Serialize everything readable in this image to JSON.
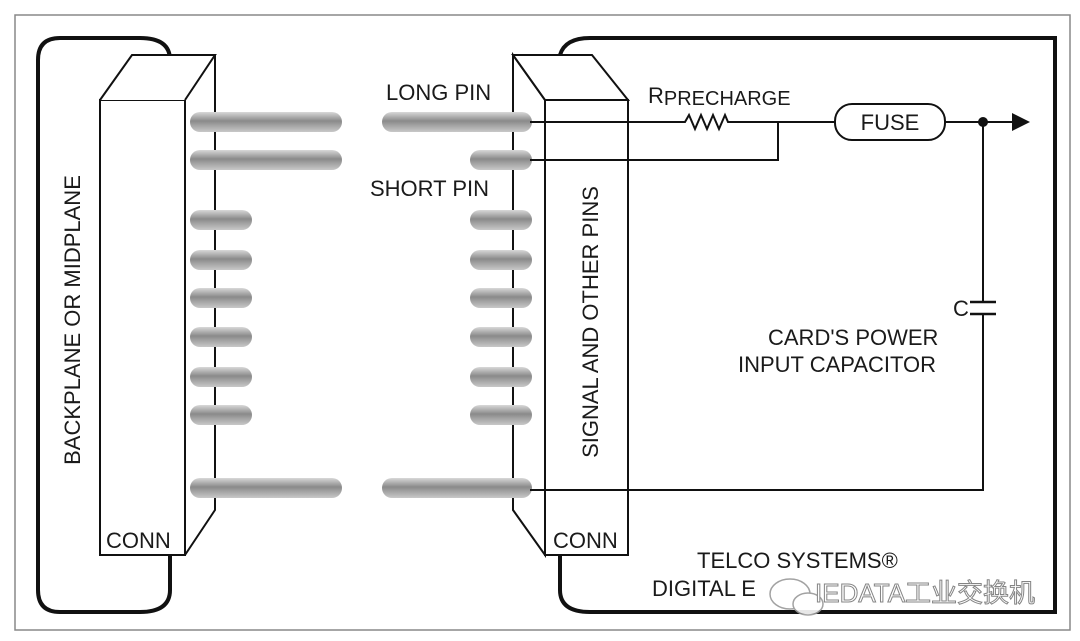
{
  "diagram": {
    "left_board_label": "BACKPLANE OR MIDPLANE",
    "left_connector_label": "CONN",
    "right_connector_label": "CONN",
    "right_connector_pins_label": "SIGNAL AND OTHER PINS",
    "long_pin_label": "LONG PIN",
    "short_pin_label": "SHORT PIN",
    "resistor_label_main": "R",
    "resistor_label_sub": "PRECHARGE",
    "fuse_label": "FUSE",
    "capacitor_label": "C",
    "capacitor_desc_line1": "CARD'S POWER",
    "capacitor_desc_line2": "INPUT CAPACITOR",
    "card_label_line1": "TELCO SYSTEMS®",
    "card_label_line2": "DIGITAL E",
    "watermark": "IEDATA工业交换机"
  },
  "colors": {
    "line": "#111111",
    "pin": "#9a9a9a",
    "frame": "#888888"
  }
}
